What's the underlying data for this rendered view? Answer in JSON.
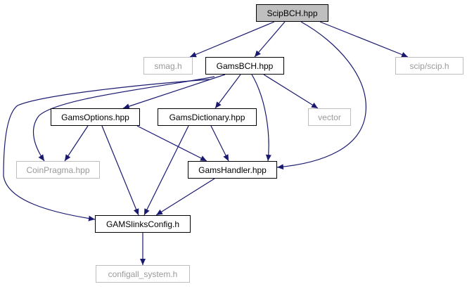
{
  "nodes": {
    "root": "ScipBCH.hpp",
    "smag": "smag.h",
    "gamsbch": "GamsBCH.hpp",
    "scip": "scip/scip.h",
    "options": "GamsOptions.hpp",
    "dictionary": "GamsDictionary.hpp",
    "vector": "vector",
    "coinpragma": "CoinPragma.hpp",
    "handler": "GamsHandler.hpp",
    "config": "GAMSlinksConfig.h",
    "configall": "configall_system.h"
  },
  "colors": {
    "edge": "#191970",
    "node_border": "#000000",
    "system_border": "#bfbfbf",
    "root_fill": "#bfbfbf",
    "system_text": "#9a9a9a"
  }
}
